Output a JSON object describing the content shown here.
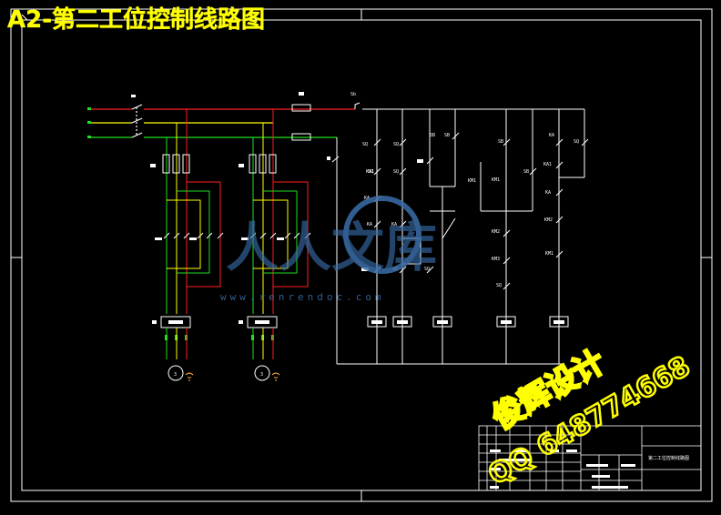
{
  "title": "A2-第二工位控制线路图",
  "title_block": {
    "drawing_name": "第二工位控制线路图"
  },
  "labels": {
    "switch_start": "Sb",
    "motor_1": "3",
    "motor_2": "3",
    "sq_labels": [
      "SQ",
      "SQ",
      "SQ",
      "SQ",
      "SQ",
      "SQ",
      "SQ",
      "SQ"
    ],
    "sb_labels": [
      "SB",
      "SB",
      "SB",
      "SB"
    ],
    "km_labels": [
      "KA",
      "KM1",
      "KA",
      "KM2",
      "KA",
      "KM3",
      "KM1",
      "KM2"
    ],
    "ka_labels": [
      "KA",
      "KA",
      "KA1",
      "KA1",
      "KM1"
    ]
  },
  "watermark": {
    "logo_text": "人人文库",
    "site": "www.renrendoc.com",
    "brand": "俊辉设计",
    "qq": "QQ 648774668"
  },
  "colors": {
    "background": "#000000",
    "frame": "#ffffff",
    "wire_red": "#ff2020",
    "wire_green": "#20e020",
    "wire_yellow": "#ffff00",
    "title": "#ffff00",
    "watermark": "#ffff00",
    "logo": "#3a6ea8"
  }
}
